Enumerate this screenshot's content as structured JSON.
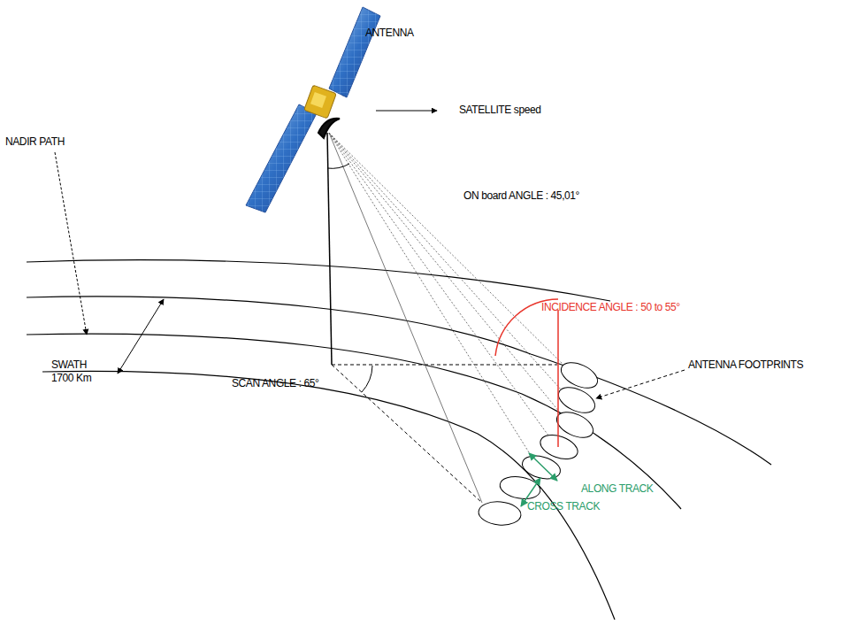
{
  "diagram": {
    "labels": [
      "ANTENNA",
      "SATELLITE speed",
      "NADIR PATH",
      "ON board ANGLE : 45,01°",
      "INCIDENCE ANGLE : 50 to 55°",
      "SWATH 1700 Km",
      "SCAN ANGLE : 65°",
      "ANTENNA FOOTPRINTS",
      "ALONG TRACK",
      "CROSS TRACK"
    ]
  }
}
